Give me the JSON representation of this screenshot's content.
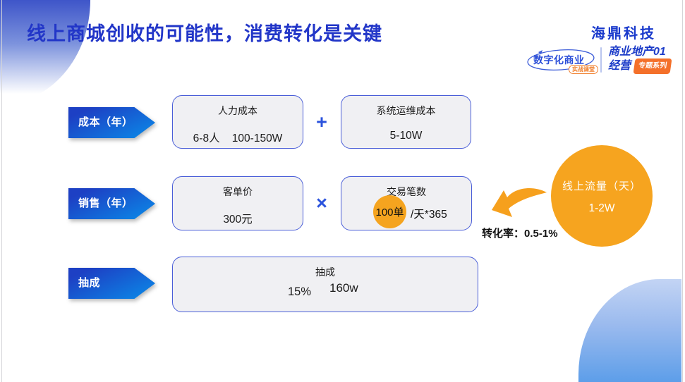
{
  "title": "线上商城创收的可能性，消费转化是关键",
  "brand": {
    "company": "海鼎科技",
    "logo_main": "数字化商业",
    "logo_sub": "实战课堂",
    "series_line1": "商业地产01",
    "series_line2": "经营",
    "series_badge": "专题系列"
  },
  "diagram": {
    "row_cost": {
      "label": "成本（年）",
      "operator": "+",
      "box1": {
        "title": "人力成本",
        "value": "6-8人    100-150W"
      },
      "box2": {
        "title": "系统运维成本",
        "value": "5-10W"
      }
    },
    "row_sales": {
      "label": "销售（年）",
      "operator": "×",
      "box1": {
        "title": "客单价",
        "value": "300元"
      },
      "box2": {
        "title": "交易笔数",
        "highlight": "100单",
        "suffix": "/天*365"
      }
    },
    "row_commission": {
      "label": "抽成",
      "box": {
        "title": "抽成",
        "rate": "15%",
        "amount": "160w"
      }
    },
    "traffic": {
      "line1": "线上流量（天）",
      "line2": "1-2W"
    },
    "conversion": "转化率：0.5-1%"
  },
  "colors": {
    "title_blue": "#2236c8",
    "pennant_dark": "#1d40c4",
    "pennant_light": "#0a8ce9",
    "box_border": "#4a5ed8",
    "box_fill": "#f0f0f3",
    "orange": "#f6a41f",
    "badge_orange": "#f4702a"
  }
}
